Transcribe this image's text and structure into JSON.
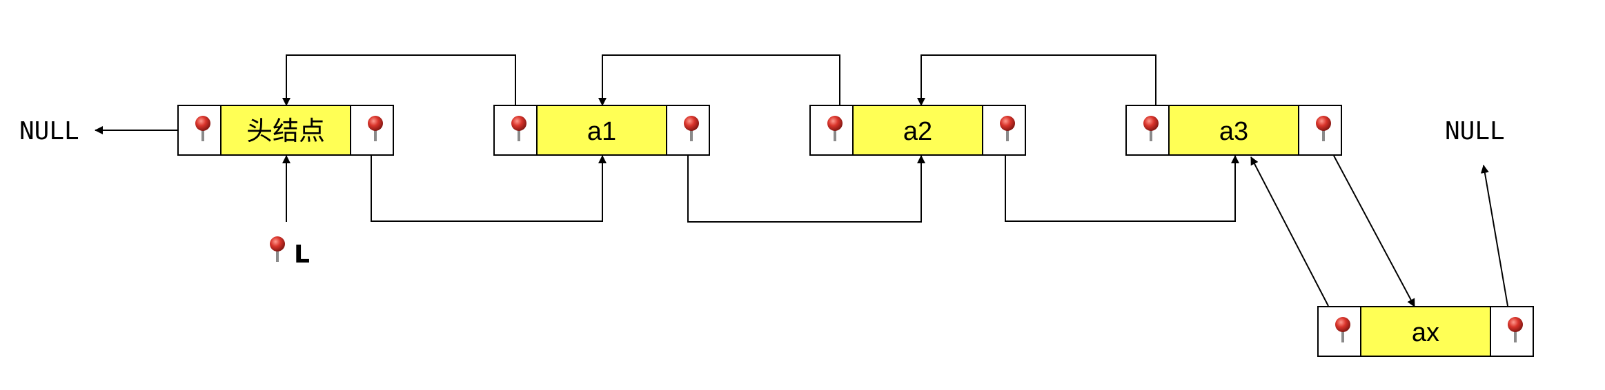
{
  "nodes": {
    "head": {
      "label": "头结点"
    },
    "a1": {
      "label": "a1"
    },
    "a2": {
      "label": "a2"
    },
    "a3": {
      "label": "a3"
    },
    "ax": {
      "label": "ax"
    }
  },
  "null_left": "NULL",
  "null_right": "NULL",
  "pointer_label": "L",
  "colors": {
    "data_fill": "#ffff55",
    "pointer_fill": "#ffffff",
    "stroke": "#000000",
    "pin_head": "#d9342b",
    "pin_needle": "#8a8a8a"
  },
  "icons": {
    "pointer_icon": "pushpin-icon"
  }
}
